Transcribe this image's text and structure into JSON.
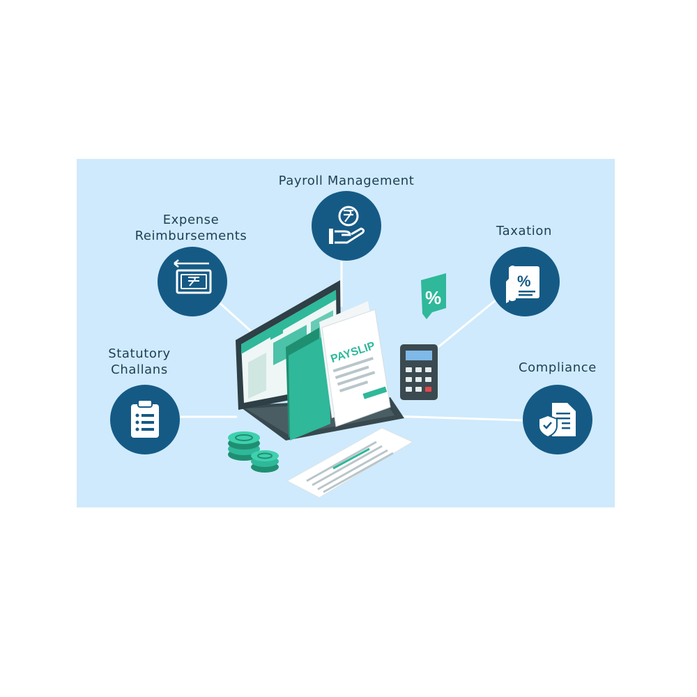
{
  "features": [
    {
      "id": "payroll",
      "label": "Payroll Management",
      "icon": "rupee-hand-icon"
    },
    {
      "id": "expense",
      "label_lines": [
        "Expense",
        "Reimbursements"
      ],
      "icon": "rupee-banknote-icon"
    },
    {
      "id": "taxation",
      "label": "Taxation",
      "icon": "tax-document-icon"
    },
    {
      "id": "statutory",
      "label_lines": [
        "Statutory",
        "Challans"
      ],
      "icon": "clipboard-list-icon"
    },
    {
      "id": "compliance",
      "label": "Compliance",
      "icon": "shield-document-icon"
    }
  ],
  "illustration": {
    "payslip_text": "PAYSLIP",
    "percent_badge": "%"
  },
  "colors": {
    "panel_bg": "#cfeafc",
    "circle": "#155a85",
    "accent": "#2fb89a",
    "text": "#1d3f55"
  }
}
